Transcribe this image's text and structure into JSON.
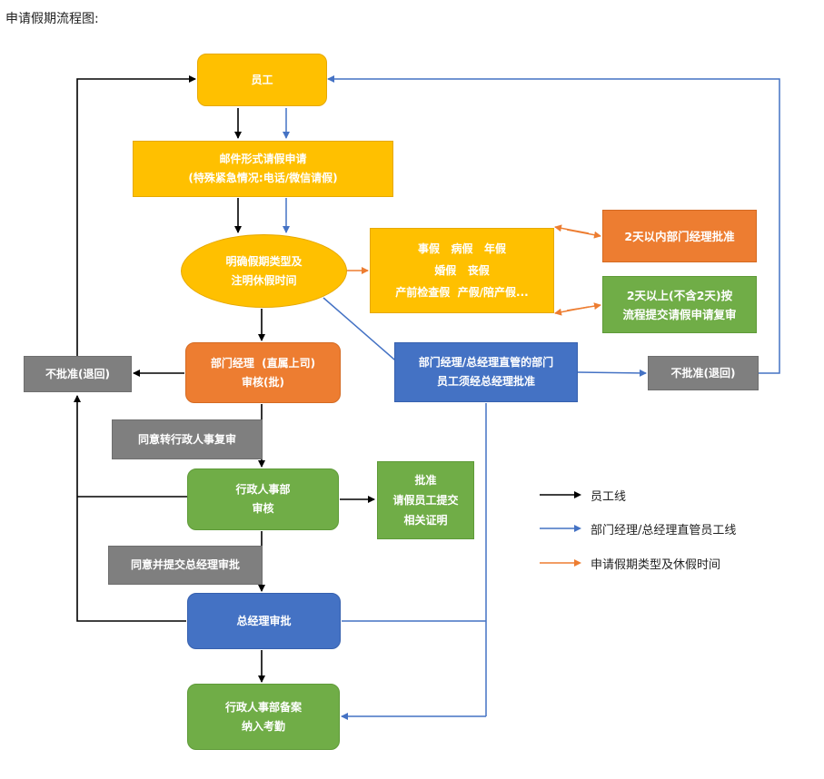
{
  "title": "申请假期流程图:",
  "nodes": {
    "employee": [
      "员工"
    ],
    "email_request": [
      "邮件形式请假申请",
      "(特殊紧急情况:电话/微信请假)"
    ],
    "clarify_type": [
      "明确假期类型及",
      "注明休假时间"
    ],
    "leave_types": [
      "事假   病假   年假",
      "婚假   丧假",
      "产前检查假  产假/陪产假..."
    ],
    "within_2_days": [
      "2天以内部门经理批准"
    ],
    "over_2_days": [
      "2天以上(不含2天)按",
      "流程提交请假申请复审"
    ],
    "dept_manager": [
      "部门经理  (直属上司)",
      "审核(批)"
    ],
    "reject_left": [
      "不批准(退回)"
    ],
    "gm_direct_dept": [
      "部门经理/总经理直管的部门",
      "员工须经总经理批准"
    ],
    "reject_right": [
      "不批准(退回)"
    ],
    "agree_to_hr": [
      "同意转行政人事复审"
    ],
    "hr_review": [
      "行政人事部",
      "审核"
    ],
    "approve_proof": [
      "批准",
      "请假员工提交",
      "相关证明"
    ],
    "agree_submit_gm": [
      "同意并提交总经理审批"
    ],
    "gm_approve": [
      "总经理审批"
    ],
    "hr_archive": [
      "行政人事部备案",
      "纳入考勤"
    ]
  },
  "legend": [
    {
      "label": "员工线",
      "color": "#000000"
    },
    {
      "label": "部门经理/总经理直管员工线",
      "color": "#4472C4"
    },
    {
      "label": "申请假期类型及休假时间",
      "color": "#ED7D31"
    }
  ],
  "colors": {
    "black_line": "#000000",
    "blue_line": "#4472C4",
    "orange_line": "#ED7D31"
  }
}
